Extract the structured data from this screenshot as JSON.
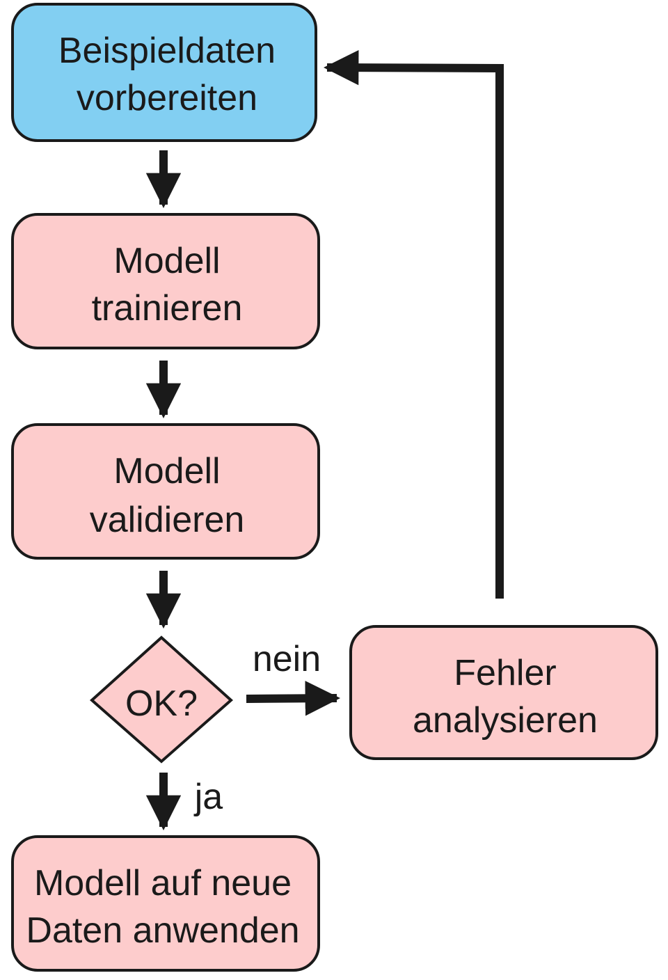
{
  "colors": {
    "start_fill": "#82cff2",
    "step_fill": "#fdcccc",
    "stroke": "#1a1a1a",
    "background": "#ffffff"
  },
  "nodes": {
    "prepare": {
      "line1": "Beispieldaten",
      "line2": "vorbereiten"
    },
    "train": {
      "line1": "Modell",
      "line2": "trainieren"
    },
    "validate": {
      "line1": "Modell",
      "line2": "validieren"
    },
    "decision": {
      "label": "OK?"
    },
    "analyze": {
      "line1": "Fehler",
      "line2": "analysieren"
    },
    "apply": {
      "line1": "Modell auf neue",
      "line2": "Daten anwenden"
    }
  },
  "edges": {
    "no_label": "nein",
    "yes_label": "ja"
  }
}
